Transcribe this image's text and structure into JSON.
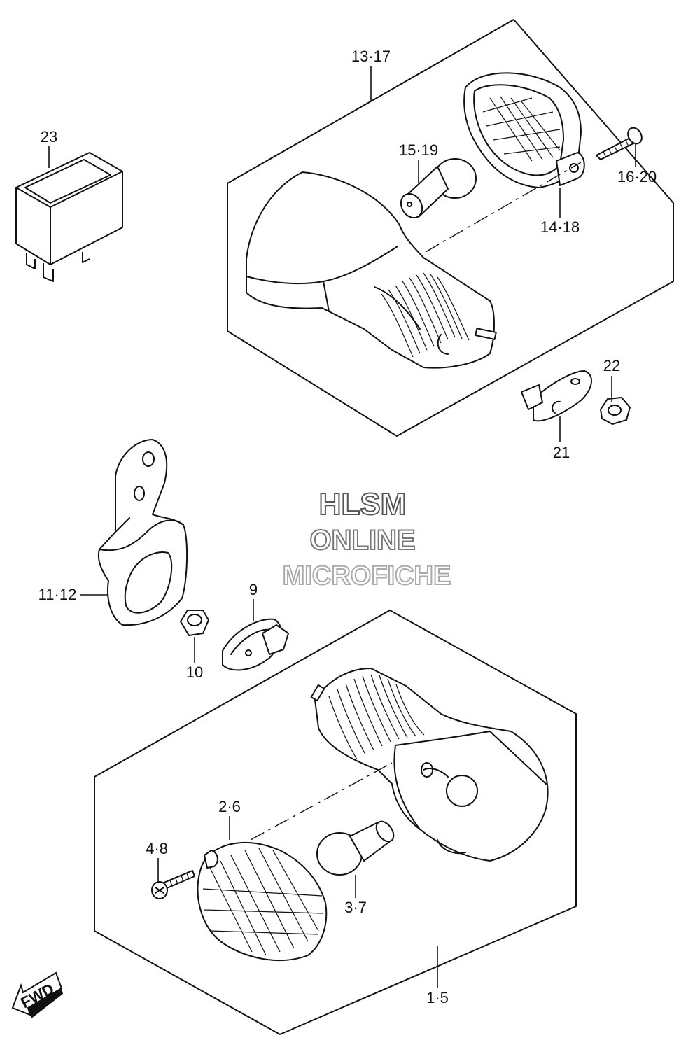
{
  "labels": {
    "l_13_17": "13·17",
    "l_15_19": "15·19",
    "l_16_20": "16·20",
    "l_14_18": "14·18",
    "l_23": "23",
    "l_22": "22",
    "l_21": "21",
    "l_11_12": "11·12",
    "l_9": "9",
    "l_10": "10",
    "l_2_6": "2·6",
    "l_4_8": "4·8",
    "l_3_7": "3·7",
    "l_1_5": "1·5"
  },
  "watermark": {
    "line1": "HLSM",
    "line2": "ONLINE",
    "line3": "MICROFICHE",
    "color1": "#555555",
    "color2": "#777777",
    "color3": "#aaaaaa"
  },
  "fwd": {
    "text": "FWD"
  }
}
